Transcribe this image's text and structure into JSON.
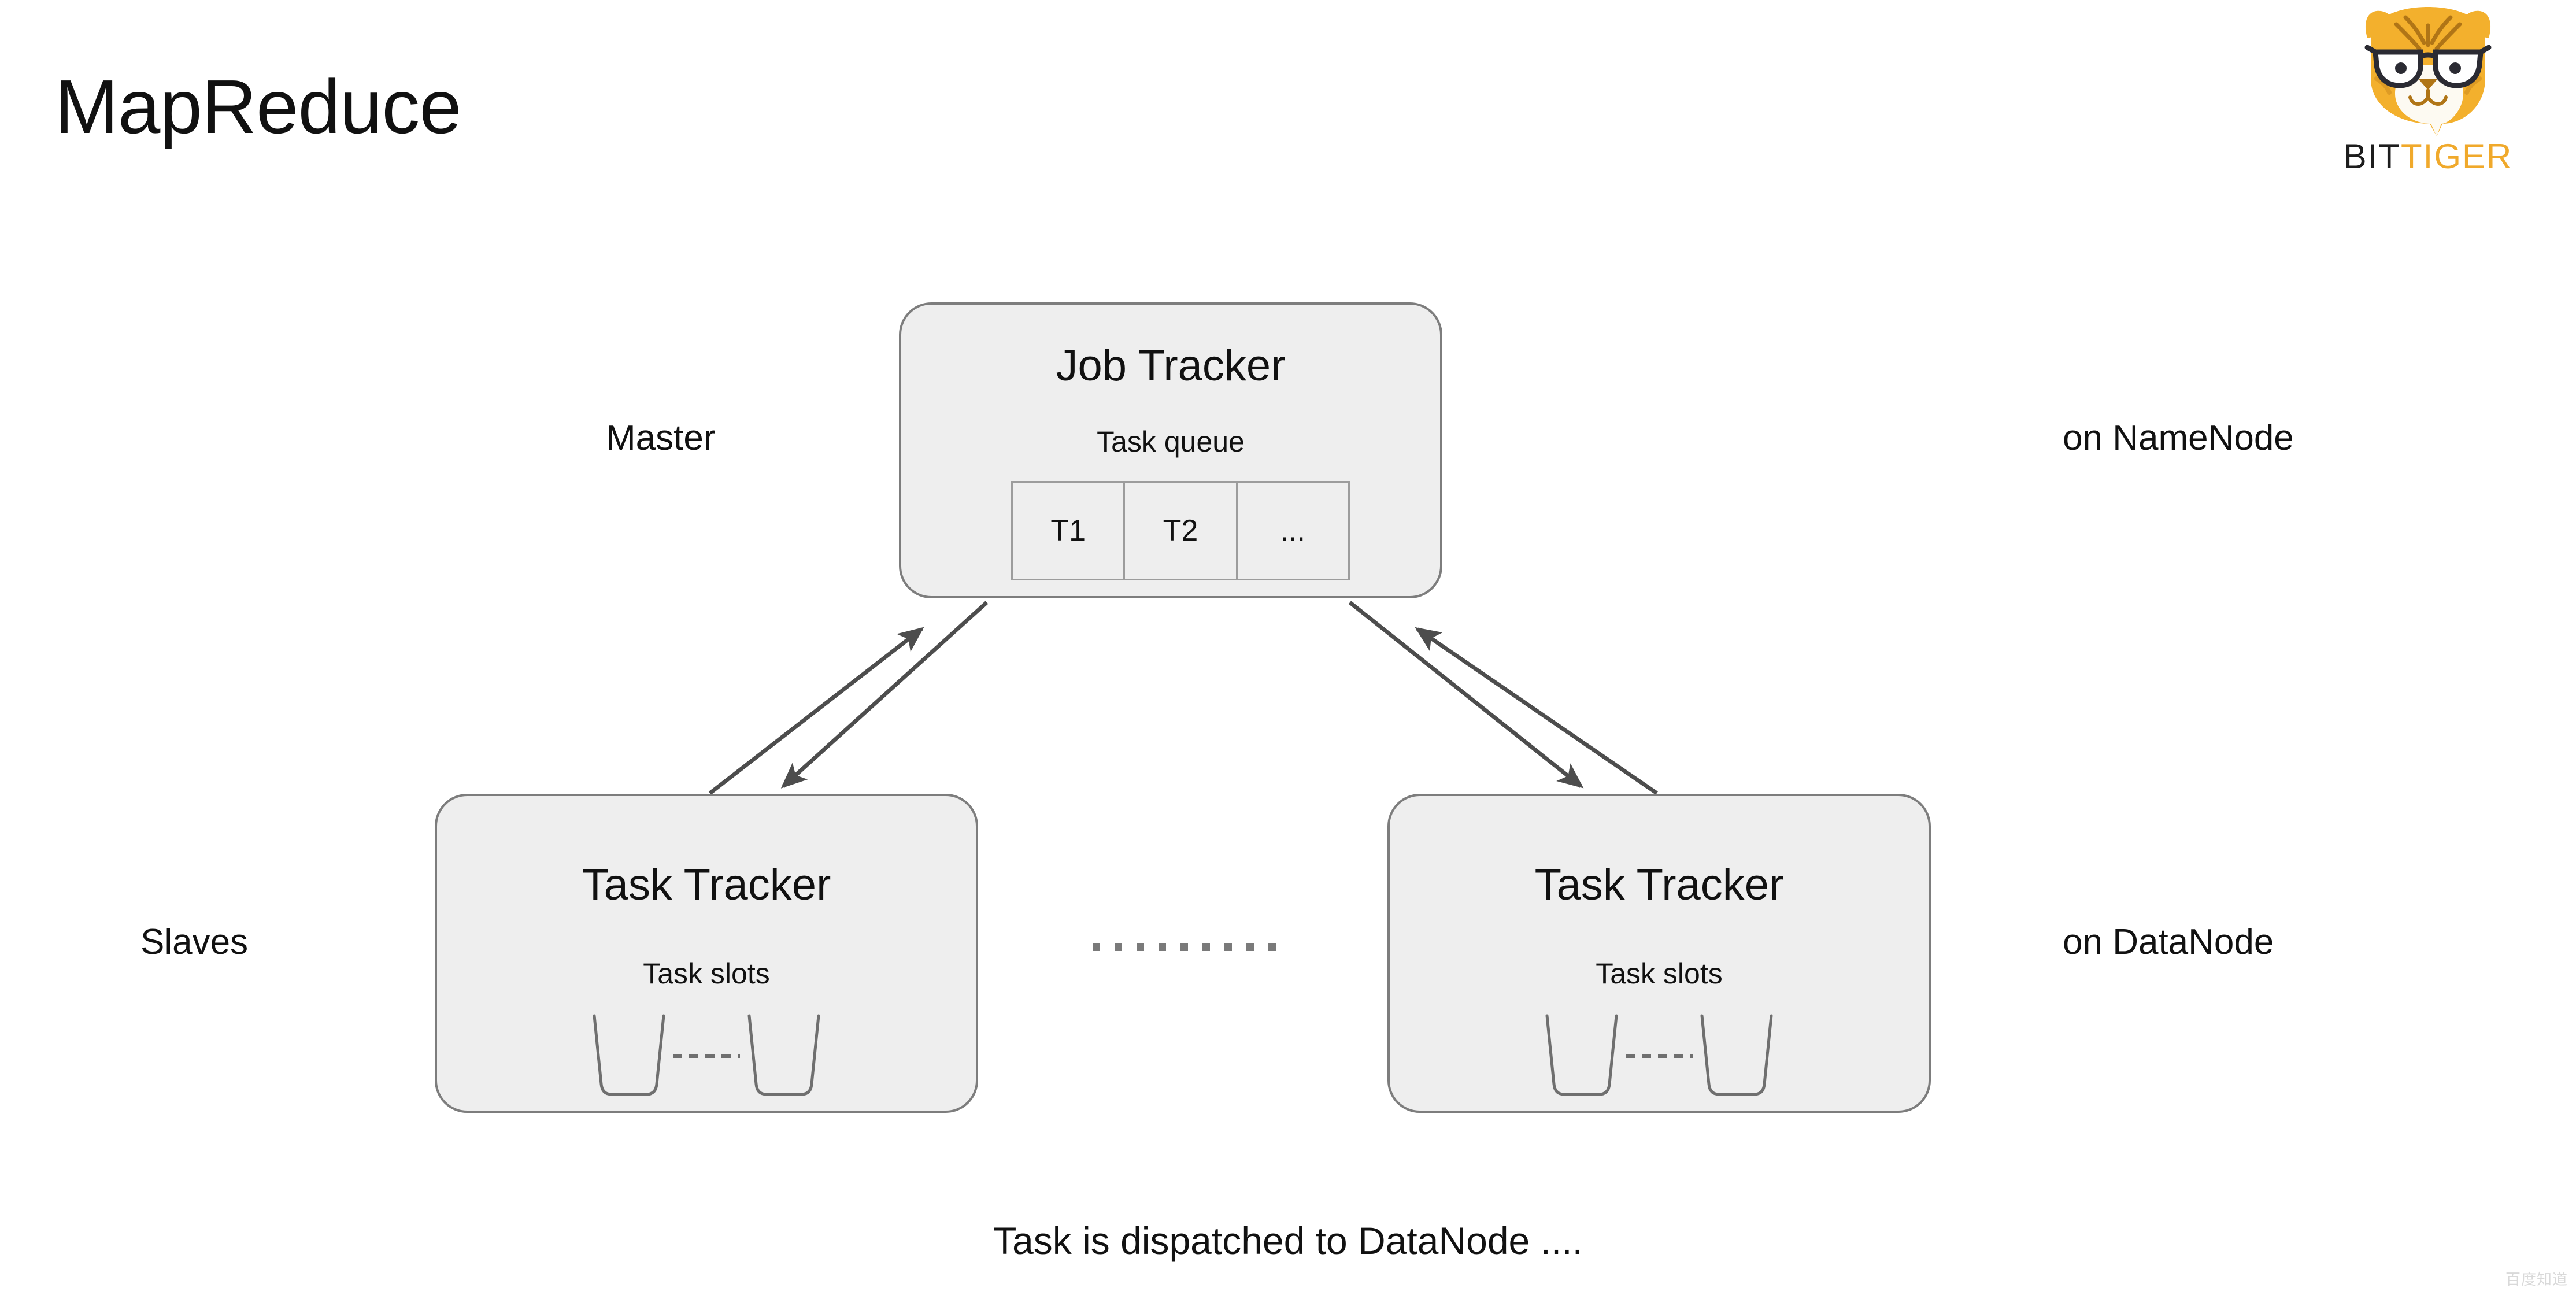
{
  "page": {
    "title": "MapReduce",
    "caption": "Task is dispatched to DataNode ....",
    "watermark": "百度知道"
  },
  "logo": {
    "icon": "tiger-face-with-glasses-icon",
    "word_first": "BIT",
    "word_second": "TIGER",
    "color_first": "#1d1d1d",
    "color_second": "#f0a92b"
  },
  "labels": {
    "master": "Master",
    "slaves": "Slaves",
    "on_namenode": "on NameNode",
    "on_datanode": "on DataNode"
  },
  "job_tracker": {
    "title": "Job Tracker",
    "subtitle": "Task queue",
    "queue": [
      "T1",
      "T2",
      "..."
    ]
  },
  "task_trackers": [
    {
      "title": "Task Tracker",
      "subtitle": "Task slots",
      "slot_count": 2,
      "slot_separator": "dashed-line"
    },
    {
      "title": "Task Tracker",
      "subtitle": "Task slots",
      "slot_count": 2,
      "slot_separator": "dashed-line"
    }
  ],
  "between_trackers": {
    "separator": "horizontal-dots",
    "dot_count": 9
  },
  "colors": {
    "box_fill": "#eeeeee",
    "box_stroke": "#7d7d7d",
    "arrow": "#4d4d4d",
    "text": "#111111",
    "background": "#ffffff"
  },
  "connectors": [
    {
      "name": "task-tracker-left-to-job-tracker",
      "direction": "up"
    },
    {
      "name": "job-tracker-to-task-tracker-left",
      "direction": "down"
    },
    {
      "name": "task-tracker-right-to-job-tracker",
      "direction": "up"
    },
    {
      "name": "job-tracker-to-task-tracker-right",
      "direction": "down"
    }
  ]
}
